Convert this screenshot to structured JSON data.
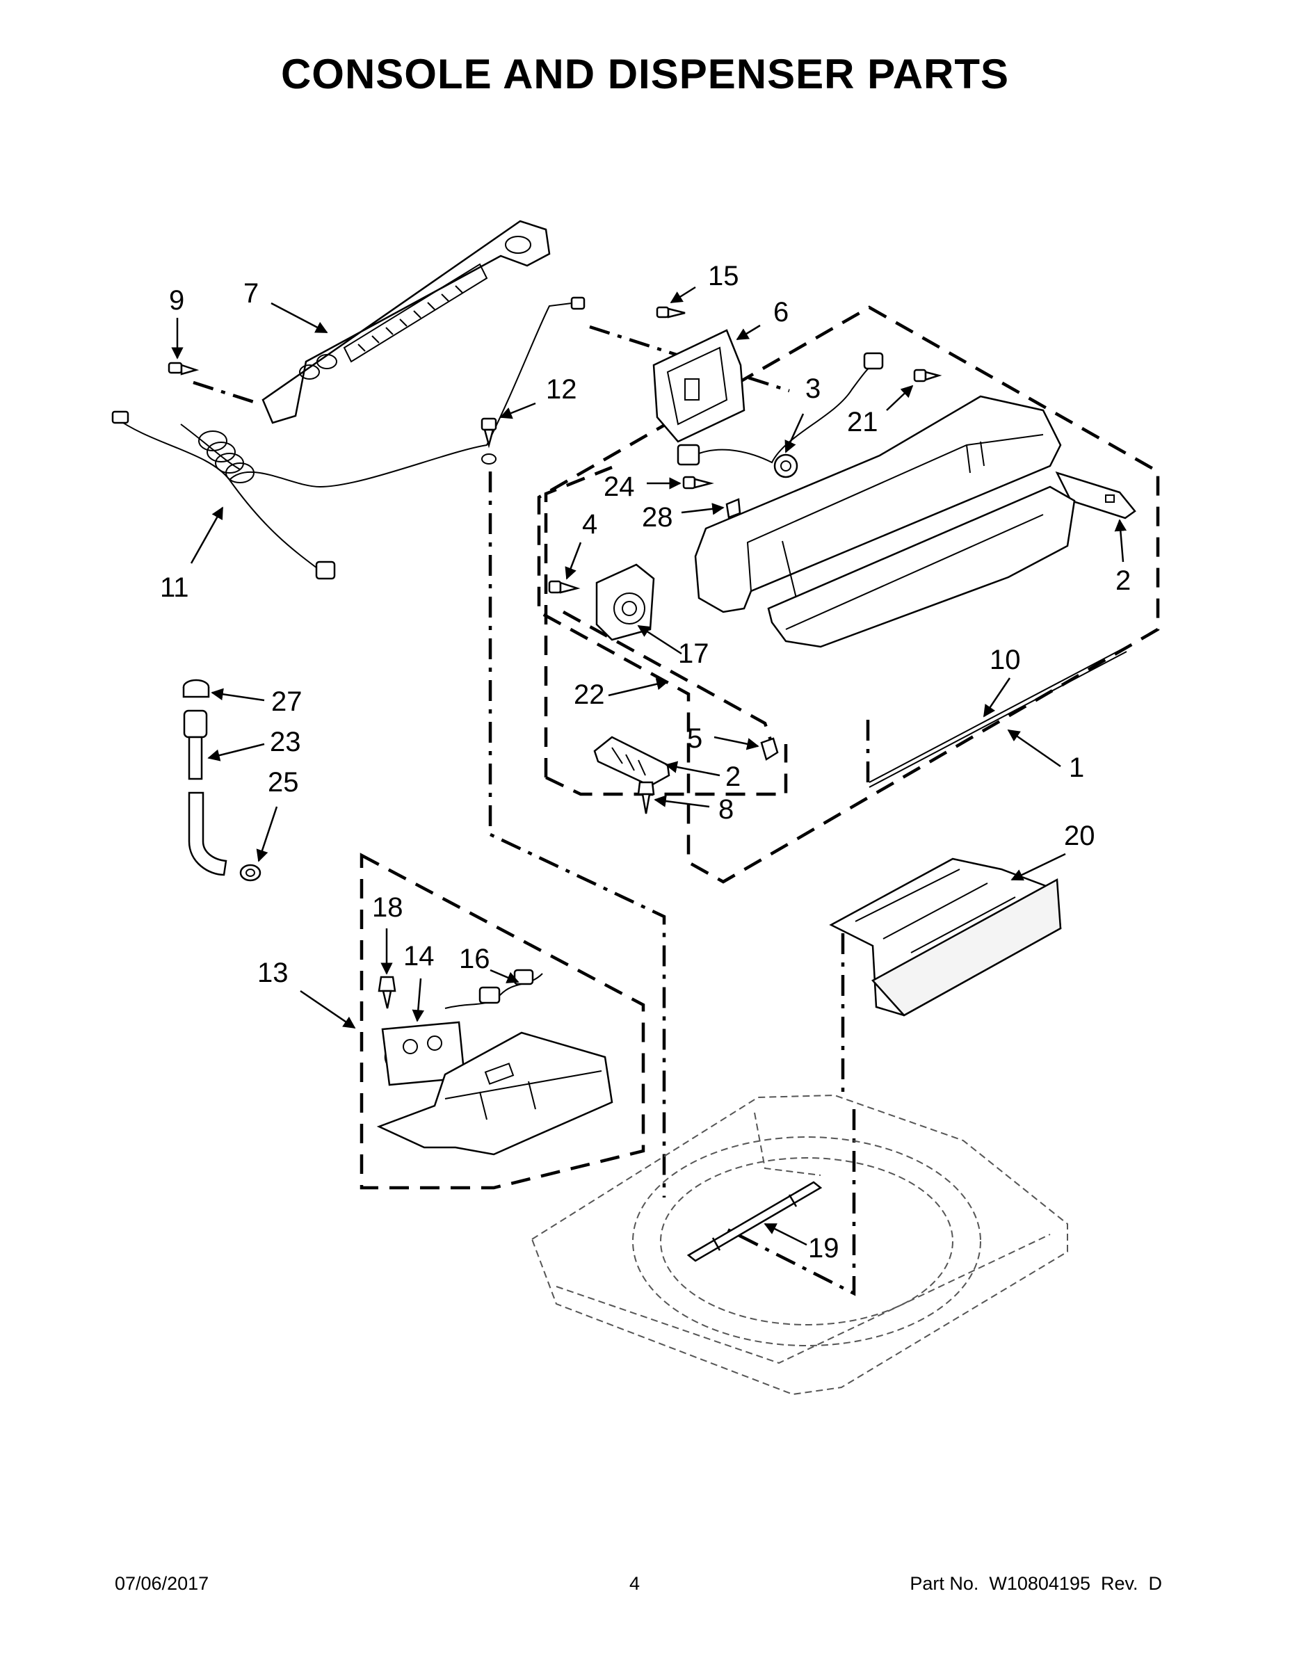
{
  "title": "CONSOLE AND DISPENSER PARTS",
  "callouts": {
    "c9": "9",
    "c7": "7",
    "c15": "15",
    "c6": "6",
    "c12": "12",
    "c3": "3",
    "c21": "21",
    "c24": "24",
    "c28": "28",
    "c4": "4",
    "c2a": "2",
    "c11": "11",
    "c17": "17",
    "c27": "27",
    "c22": "22",
    "c10": "10",
    "c23": "23",
    "c5": "5",
    "c2b": "2",
    "c1": "1",
    "c25": "25",
    "c8": "8",
    "c20": "20",
    "c18": "18",
    "c14": "14",
    "c16": "16",
    "c13": "13",
    "c19": "19"
  },
  "footer": {
    "date": "07/06/2017",
    "page": "4",
    "part_number": "Part No.  W10804195  Rev.  D"
  }
}
